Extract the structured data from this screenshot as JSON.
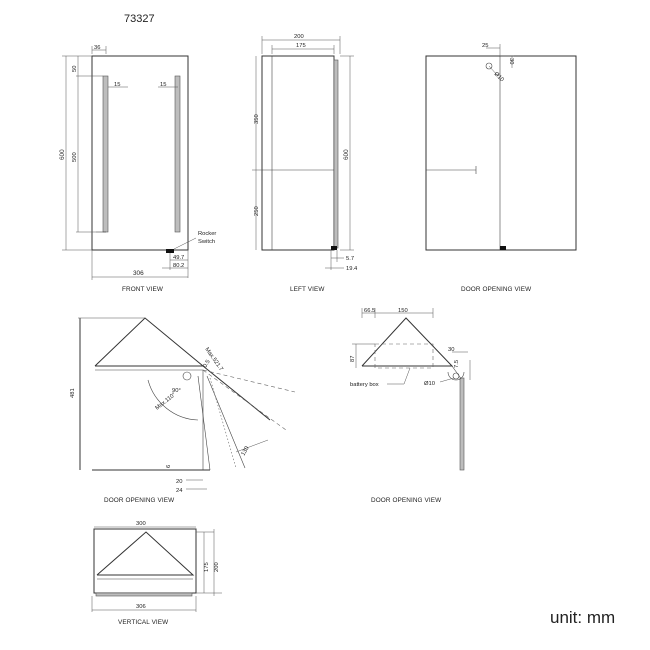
{
  "model": "73327",
  "unit_label": "unit: mm",
  "views": {
    "front": {
      "label": "FRONT VIEW",
      "dims": {
        "top_offset": "36",
        "strip_width_left": "15",
        "strip_width_right": "15",
        "top_gap": "50",
        "strip_length": "500",
        "height": "600",
        "switch_offset_a": "49.7",
        "switch_offset_b": "80.2",
        "width": "306"
      },
      "callout_line1": "Rocker",
      "callout_line2": "Switch"
    },
    "left": {
      "label": "LEFT VIEW",
      "dims": {
        "depth": "200",
        "inner_depth": "175",
        "upper": "350",
        "lower": "250",
        "height": "600",
        "offset_a": "5.7",
        "offset_b": "19.4"
      }
    },
    "door_opening_top": {
      "label": "DOOR   OPENING   VIEW",
      "dims": {
        "gap": "25",
        "gap_b": "30",
        "hole": "Ø10"
      }
    },
    "door_opening_plan": {
      "label": "DOOR   OPENING   VIEW",
      "dims": {
        "depth": "481",
        "max_reach": "Max.521.7",
        "clearance": "0.5",
        "angle_a": "90°",
        "angle_max": "Max.110°",
        "swing": "130",
        "edge_a": "6",
        "edge_b": "20",
        "edge_c": "24"
      }
    },
    "door_opening_detail": {
      "label": "DOOR   OPENING   VIEW",
      "dims": {
        "left": "66.5",
        "width": "150",
        "height": "87",
        "gap": "30",
        "gap_b": "7.5",
        "hole": "Ø10"
      },
      "callout": "battery box"
    },
    "vertical": {
      "label": "VERTICAL VIEW",
      "dims": {
        "top_width": "300",
        "inner_height": "175",
        "height": "200",
        "bottom_width": "306"
      }
    }
  }
}
